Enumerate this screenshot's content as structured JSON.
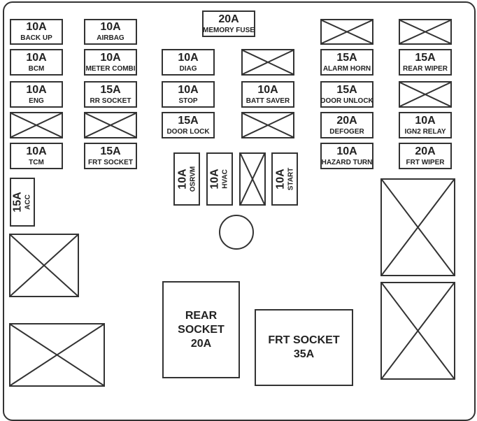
{
  "diagram": {
    "type": "fuse-box-layout",
    "fuses": {
      "back_up": {
        "amp": "10A",
        "label": "BACK UP"
      },
      "airbag": {
        "amp": "10A",
        "label": "AIRBAG"
      },
      "memory_fuse": {
        "amp": "20A",
        "label": "MEMORY FUSE"
      },
      "bcm": {
        "amp": "10A",
        "label": "BCM"
      },
      "meter_combi": {
        "amp": "10A",
        "label": "METER COMBI"
      },
      "diag": {
        "amp": "10A",
        "label": "DIAG"
      },
      "alarm_horn": {
        "amp": "15A",
        "label": "ALARM HORN"
      },
      "rear_wiper": {
        "amp": "15A",
        "label": "REAR WIPER"
      },
      "eng": {
        "amp": "10A",
        "label": "ENG"
      },
      "rr_socket": {
        "amp": "15A",
        "label": "RR SOCKET"
      },
      "stop": {
        "amp": "10A",
        "label": "STOP"
      },
      "batt_saver": {
        "amp": "10A",
        "label": "BATT SAVER"
      },
      "door_unlock": {
        "amp": "15A",
        "label": "DOOR UNLOCK"
      },
      "door_lock": {
        "amp": "15A",
        "label": "DOOR LOCK"
      },
      "defoger": {
        "amp": "20A",
        "label": "DEFOGER"
      },
      "ign2_relay": {
        "amp": "10A",
        "label": "IGN2 RELAY"
      },
      "tcm": {
        "amp": "10A",
        "label": "TCM"
      },
      "frt_socket_small": {
        "amp": "15A",
        "label": "FRT SOCKET"
      },
      "hazard_turn": {
        "amp": "10A",
        "label": "HAZARD TURN"
      },
      "frt_wiper": {
        "amp": "20A",
        "label": "FRT WIPER"
      },
      "osrvm": {
        "amp": "10A",
        "label": "OSRVM"
      },
      "hvac": {
        "amp": "10A",
        "label": "HVAC"
      },
      "start": {
        "amp": "10A",
        "label": "START"
      },
      "acc": {
        "amp": "15A",
        "label": "ACC"
      }
    },
    "large": {
      "rear_socket": {
        "line1": "REAR",
        "line2": "SOCKET",
        "amp": "20A"
      },
      "frt_socket": {
        "line1": "FRT SOCKET",
        "amp": "35A"
      }
    },
    "colors": {
      "stroke": "#333333",
      "background": "#ffffff"
    }
  }
}
